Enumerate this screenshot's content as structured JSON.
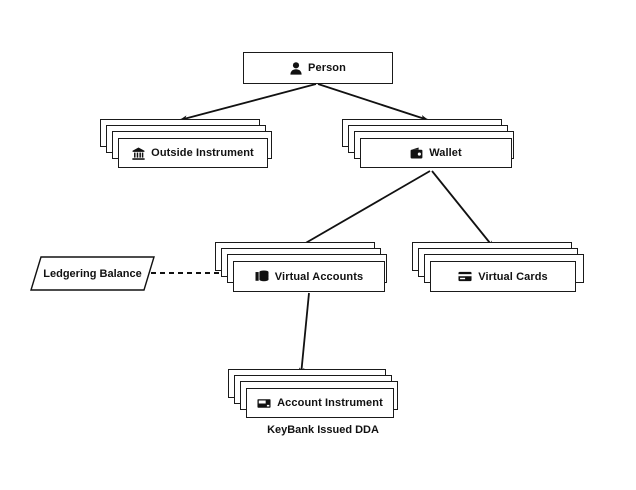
{
  "diagram": {
    "title": "Account hierarchy diagram",
    "background": "#ffffff",
    "stroke": "#1a1a1a",
    "nodes": [
      {
        "id": "person",
        "label": "Person",
        "icon": "person-icon",
        "stacked": false
      },
      {
        "id": "outside-instrument",
        "label": "Outside Instrument",
        "icon": "bank-icon",
        "stacked": true
      },
      {
        "id": "wallet",
        "label": "Wallet",
        "icon": "wallet-icon",
        "stacked": true
      },
      {
        "id": "virtual-accounts",
        "label": "Virtual Accounts",
        "icon": "coins-stack-icon",
        "stacked": true
      },
      {
        "id": "virtual-cards",
        "label": "Virtual Cards",
        "icon": "credit-card-icon",
        "stacked": true
      },
      {
        "id": "account-instrument",
        "label": "Account Instrument",
        "icon": "payment-card-icon",
        "stacked": true
      }
    ],
    "notes": [
      {
        "id": "ledgering-balance",
        "label": "Ledgering Balance",
        "shape": "parallelogram"
      }
    ],
    "captions": [
      {
        "id": "keybank-caption",
        "text": "KeyBank Issued DDA"
      }
    ],
    "edges": [
      {
        "from": "person",
        "to": "outside-instrument",
        "style": "solid",
        "arrow": true
      },
      {
        "from": "person",
        "to": "wallet",
        "style": "solid",
        "arrow": true
      },
      {
        "from": "wallet",
        "to": "virtual-accounts",
        "style": "solid",
        "arrow": true
      },
      {
        "from": "wallet",
        "to": "virtual-cards",
        "style": "solid",
        "arrow": true
      },
      {
        "from": "virtual-accounts",
        "to": "account-instrument",
        "style": "solid",
        "arrow": true
      },
      {
        "from": "ledgering-balance",
        "to": "virtual-accounts",
        "style": "dashed",
        "arrow": false
      }
    ]
  }
}
